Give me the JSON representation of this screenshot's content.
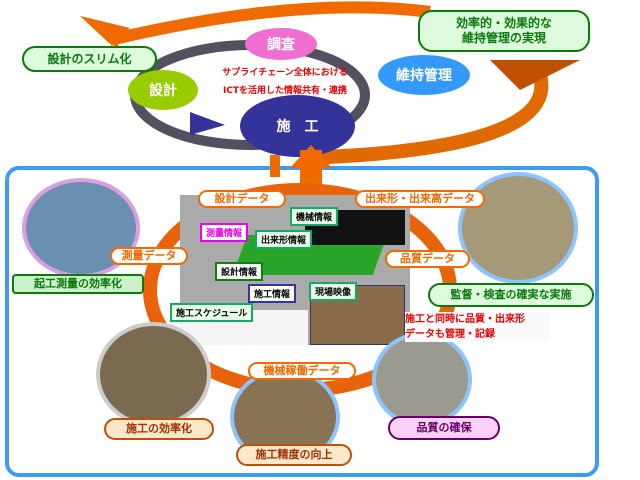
{
  "cycle": {
    "survey": "調査",
    "design": "設計",
    "construction": "施　工",
    "maintenance": "維持管理",
    "center_line1": "サプライチェーン全体における",
    "center_line2": "ICTを活用した情報共有・連携"
  },
  "outcomes": {
    "slim_design": "設計のスリム化",
    "maintenance_line1": "効率的・効果的な",
    "maintenance_line2": "維持管理の実現"
  },
  "data_flows": {
    "design_data": "設計データ",
    "as_built_data": "出来形・出来高データ",
    "survey_data": "測量データ",
    "quality_data": "品質データ",
    "machine_data": "機械稼働データ"
  },
  "screen_tags": {
    "survey_info": "測量情報",
    "as_built_info": "出来形情報",
    "machine_info": "機械情報",
    "design_info": "設計情報",
    "construction_info": "施工情報",
    "site_video": "現場映像",
    "schedule": "施工スケジュール"
  },
  "benefits": {
    "survey_eff": "起工測量の効率化",
    "inspection": "監督・検査の確実な実施",
    "record_line1": "施工と同時に品質・出来形",
    "record_line2": "データも管理・記録",
    "construction_eff": "施工の効率化",
    "precision": "施工精度の向上",
    "quality": "品質の確保"
  }
}
